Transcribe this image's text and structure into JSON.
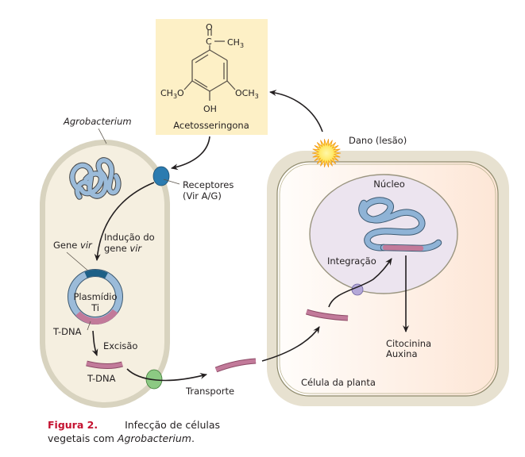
{
  "title": "Infecção de células vegetais com Agrobacterium",
  "compound": {
    "name": "Acetosseringona",
    "groups": {
      "carbonyl_o": "O",
      "carbonyl_c": "C",
      "methyl": "CH",
      "methyl_sub": "3",
      "left_methoxy": "CH",
      "left_methoxy_sub": "3",
      "left_methoxy_o": "O",
      "right_methoxy": "OCH",
      "right_methoxy_sub": "3",
      "hydroxyl": "OH"
    },
    "box_color": "#fdf0c6"
  },
  "bacterium": {
    "label": "Agrobacterium",
    "receptor_label_line1": "Receptores",
    "receptor_label_line2": "(Vir A/G)",
    "induction_line1": "Indução do",
    "induction_line2_prefix": "gene ",
    "induction_line2_italic": "vir",
    "gene_vir_prefix": "Gene ",
    "gene_vir_italic": "vir",
    "plasmid_line1": "Plasmídio",
    "plasmid_line2": "Ti",
    "tdna_label": "T-DNA",
    "excision_label": "Excisão",
    "tdna_excised_label": "T-DNA",
    "transport_label": "Transporte"
  },
  "plant_cell": {
    "damage_label": "Dano (lesão)",
    "nucleus_label": "Núcleo",
    "integration_label": "Integração",
    "hormone_line1": "Citocinina",
    "hormone_line2": "Auxina",
    "cell_label": "Célula da planta"
  },
  "colors": {
    "dna_blue": "#8fb3d6",
    "tdna_pink": "#c27a9a",
    "receptor_blue": "#2b7bb0",
    "vir_dark": "#1d5f86",
    "transporter_green": "#8cc983",
    "pore_purple": "#b4a8d8",
    "wall": "#e7e1d0",
    "cytoplasm": "#f5efe0",
    "nucleus": "#ece4ef",
    "caption_red": "#c41230"
  },
  "caption": {
    "figure_label": "Figura 2.",
    "text_line1": "Infecção de células",
    "text_line2_prefix": "vegetais com ",
    "text_line2_italic": "Agrobacterium",
    "text_line2_suffix": "."
  }
}
